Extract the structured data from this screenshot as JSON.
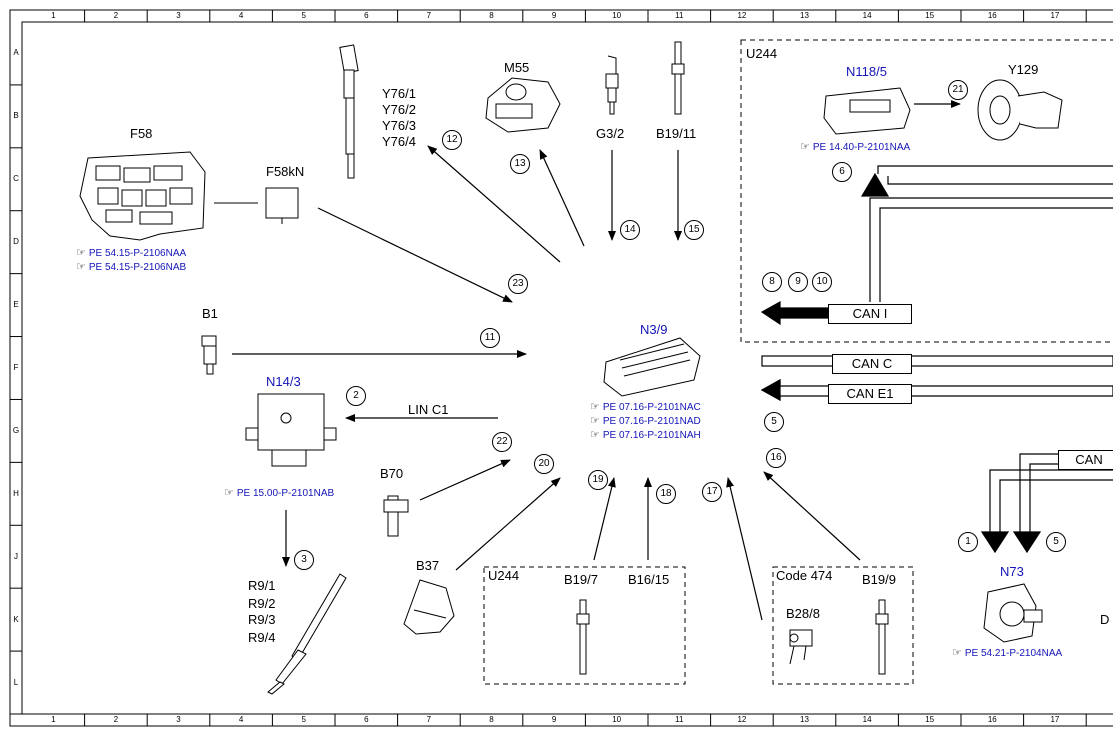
{
  "grid": {
    "columns": [
      "1",
      "2",
      "3",
      "4",
      "5",
      "6",
      "7",
      "8",
      "9",
      "10",
      "11",
      "12",
      "13",
      "14",
      "15",
      "16",
      "17"
    ],
    "rows": [
      "A",
      "B",
      "C",
      "D",
      "E",
      "F",
      "G",
      "H",
      "J",
      "K",
      "L"
    ]
  },
  "components": {
    "f58": "F58",
    "f58kn": "F58kN",
    "y76": [
      "Y76/1",
      "Y76/2",
      "Y76/3",
      "Y76/4"
    ],
    "m55": "M55",
    "g32": "G3/2",
    "b1911": "B19/11",
    "u244_top": "U244",
    "n1185": "N118/5",
    "y129": "Y129",
    "b1": "B1",
    "n143": "N14/3",
    "n39": "N3/9",
    "b70": "B70",
    "r9": [
      "R9/1",
      "R9/2",
      "R9/3",
      "R9/4"
    ],
    "b37": "B37",
    "u244_bottom": "U244",
    "b197": "B19/7",
    "b1615": "B16/15",
    "code474": "Code 474",
    "b199": "B19/9",
    "b288": "B28/8",
    "n73": "N73",
    "cut_d": "D"
  },
  "bus_labels": {
    "lin_c1": "LIN C1",
    "can_i": "CAN I",
    "can_c": "CAN C",
    "can_e1": "CAN E1",
    "can_cut": "CAN"
  },
  "references": {
    "hand_glyph": "☞",
    "f58_1": "PE 54.15-P-2106NAA",
    "f58_2": "PE 54.15-P-2106NAB",
    "n1185": "PE 14.40-P-2101NAA",
    "n143": "PE 15.00-P-2101NAB",
    "n39_1": "PE 07.16-P-2101NAC",
    "n39_2": "PE 07.16-P-2101NAD",
    "n39_3": "PE 07.16-P-2101NAH",
    "n73": "PE 54.21-P-2104NAA"
  },
  "signal_numbers": {
    "s1": "1",
    "s2": "2",
    "s3": "3",
    "s5a": "5",
    "s5b": "5",
    "s6": "6",
    "s8": "8",
    "s9": "9",
    "s10": "10",
    "s11": "11",
    "s12": "12",
    "s13": "13",
    "s14": "14",
    "s15": "15",
    "s16": "16",
    "s17": "17",
    "s18": "18",
    "s19": "19",
    "s20": "20",
    "s21": "21",
    "s22": "22",
    "s23": "23"
  },
  "colors": {
    "reference_blue": "#1414b8",
    "line": "#000000"
  }
}
